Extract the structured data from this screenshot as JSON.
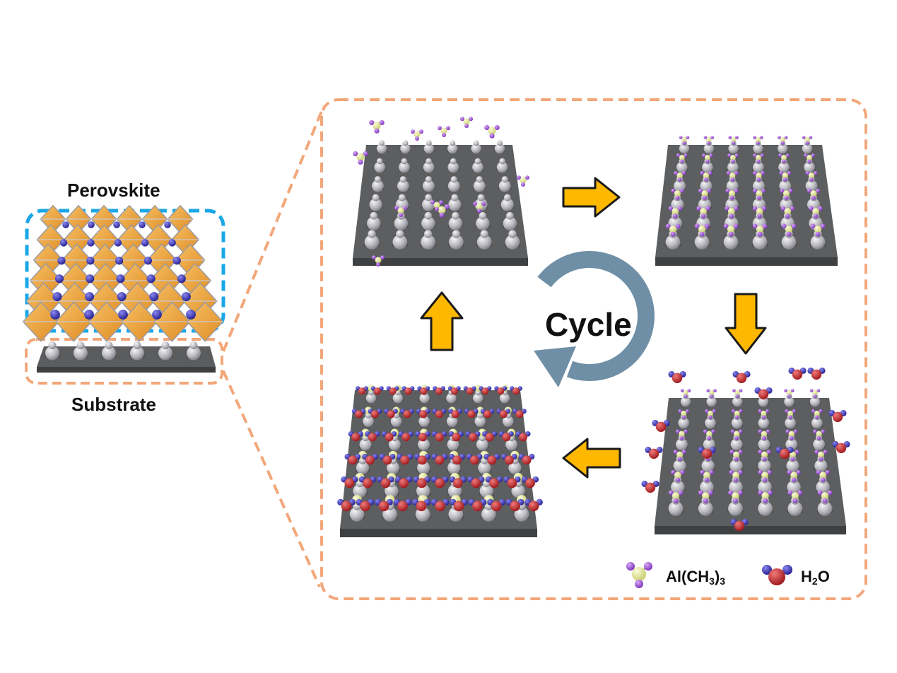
{
  "labels": {
    "perovskite": "Perovskite",
    "substrate": "Substrate",
    "cycle": "Cycle"
  },
  "legend": {
    "tma_main": "Al(CH",
    "tma_sub1": "3",
    "tma_close": ")",
    "tma_sub2": "3",
    "water_h": "H",
    "water_sub": "2",
    "water_o": "O"
  },
  "colors": {
    "perovskite_box": "#1aa7e6",
    "zoom_box": "#f2a77a",
    "arrow": "#ffb800",
    "cycle_arrow": "#6f8fa6",
    "slab": "#5a5c5e",
    "aluminum": "#e6ea96",
    "methyl": "#9b4fd6",
    "oxygen": "#c8262c",
    "hydrogen": "#2e2aa8",
    "octahedron": "#f0a030"
  }
}
